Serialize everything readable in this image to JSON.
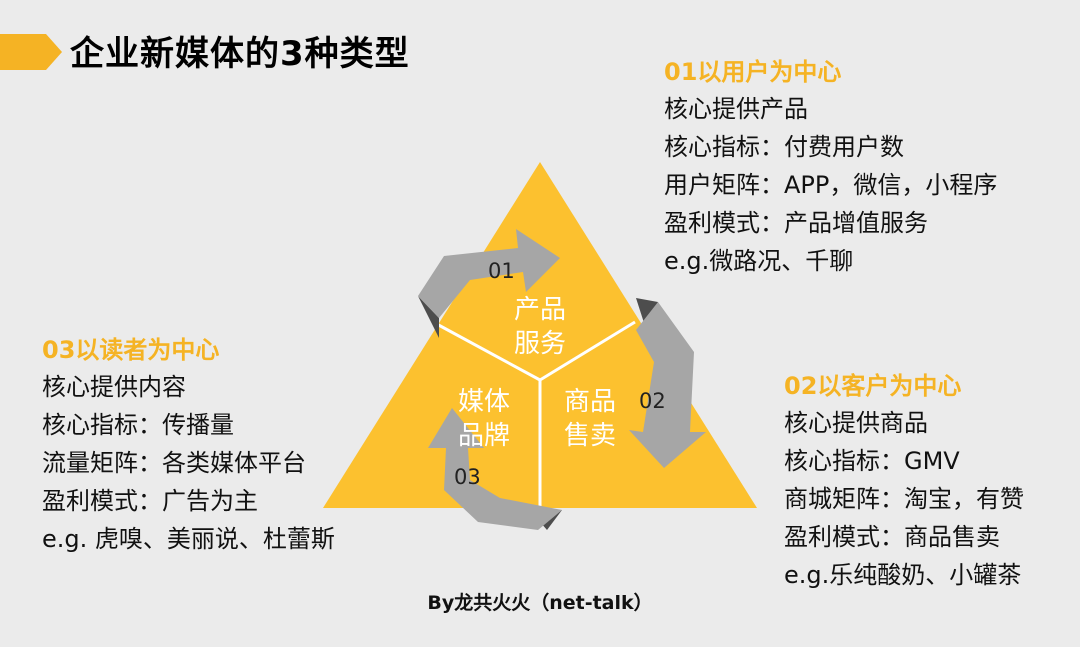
{
  "title": "企业新媒体的3种类型",
  "colors": {
    "accent": "#f5b324",
    "arrow": "#a6a6a6",
    "arrow_dark": "#4d4d4d"
  },
  "diagram": {
    "segments": [
      {
        "line1": "产品",
        "line2": "服务"
      },
      {
        "line1": "商品",
        "line2": "售卖"
      },
      {
        "line1": "媒体",
        "line2": "品牌"
      }
    ],
    "arrow_labels": [
      "01",
      "02",
      "03"
    ]
  },
  "blocks": [
    {
      "heading": "01以用户为中心",
      "lines": [
        "核心提供产品",
        "核心指标：付费用户数",
        "用户矩阵：APP，微信，小程序",
        "盈利模式：产品增值服务",
        "e.g.微路况、千聊"
      ]
    },
    {
      "heading": "02以客户为中心",
      "lines": [
        "核心提供商品",
        "核心指标：GMV",
        "商城矩阵：淘宝，有赞",
        "盈利模式：商品售卖",
        "e.g.乐纯酸奶、小罐茶"
      ]
    },
    {
      "heading": "03以读者为中心",
      "lines": [
        "核心提供内容",
        "核心指标：传播量",
        "流量矩阵：各类媒体平台",
        "盈利模式：广告为主",
        "e.g. 虎嗅、美丽说、杜蕾斯"
      ]
    }
  ],
  "footer": "By龙共火火（net-talk）"
}
